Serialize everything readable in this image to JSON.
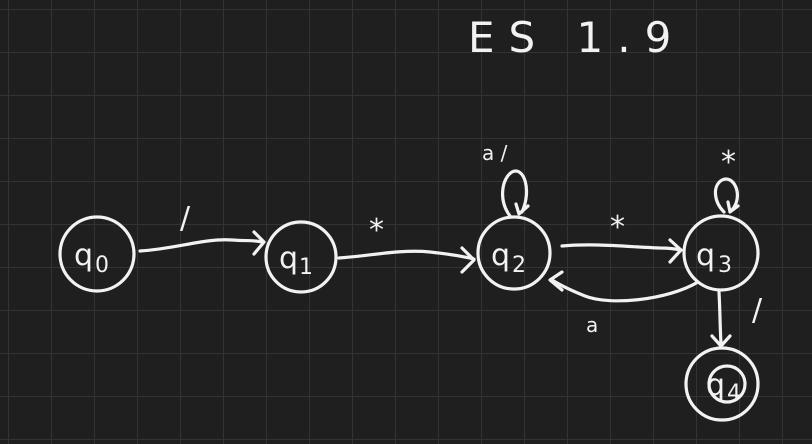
{
  "title": "ES 1.9",
  "states": [
    {
      "id": "q0",
      "label": "q",
      "sub": "0"
    },
    {
      "id": "q1",
      "label": "q",
      "sub": "1"
    },
    {
      "id": "q2",
      "label": "q",
      "sub": "2"
    },
    {
      "id": "q3",
      "label": "q",
      "sub": "3"
    },
    {
      "id": "q4",
      "label": "q",
      "sub": "4",
      "accepting": true
    }
  ],
  "transitions": [
    {
      "from": "q0",
      "to": "q1",
      "label": "/"
    },
    {
      "from": "q1",
      "to": "q2",
      "label": "*"
    },
    {
      "from": "q2",
      "to": "q2",
      "label": "a /"
    },
    {
      "from": "q2",
      "to": "q3",
      "label": "*"
    },
    {
      "from": "q3",
      "to": "q3",
      "label": "*"
    },
    {
      "from": "q3",
      "to": "q2",
      "label": "a"
    },
    {
      "from": "q3",
      "to": "q4",
      "label": "/"
    }
  ],
  "colors": {
    "background": "#1f1f1f",
    "grid": "#333333",
    "ink": "#f2f2f2"
  }
}
